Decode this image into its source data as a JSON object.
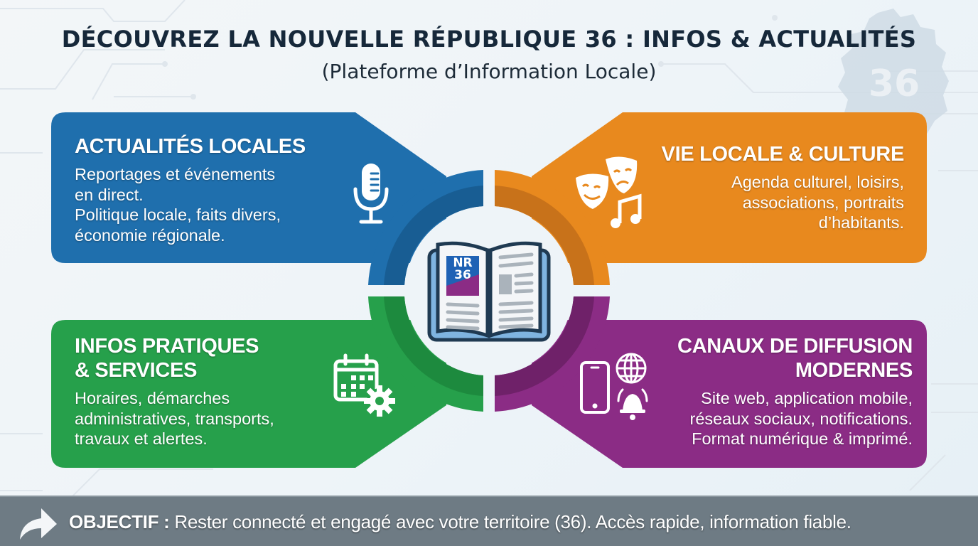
{
  "header": {
    "title": "DÉCOUVREZ LA NOUVELLE RÉPUBLIQUE 36 : INFOS & ACTUALITÉS",
    "subtitle": "(Plateforme d’Information Locale)"
  },
  "background": {
    "map_number": "36",
    "map_icon": "indre-department-map-icon"
  },
  "center": {
    "icon": "open-newspaper-book-icon",
    "logo_line1": "NR",
    "logo_line2": "36"
  },
  "colors": {
    "blue": "#1f6fad",
    "blue_dark": "#185d93",
    "orange": "#e8891e",
    "orange_dark": "#c8721a",
    "green": "#26a04b",
    "green_dark": "#1d8a3e",
    "purple": "#8b2c85",
    "purple_dark": "#6f2169",
    "title": "#16283a",
    "footer_bg": "#6e7b84"
  },
  "cards": [
    {
      "id": "actualites",
      "title": "ACTUALITÉS LOCALES",
      "body": [
        "Reportages et événements",
        "en direct.",
        "Politique locale, faits divers,",
        "économie régionale."
      ],
      "icon": "microphone-icon"
    },
    {
      "id": "culture",
      "title": "VIE LOCALE & CULTURE",
      "body": [
        "Agenda culturel, loisirs,",
        "associations, portraits",
        "d’habitants."
      ],
      "icon": "theater-masks-music-icon"
    },
    {
      "id": "pratiques",
      "title_lines": [
        "INFOS PRATIQUES",
        "& SERVICES"
      ],
      "body": [
        "Horaires, démarches",
        "administratives, transports,",
        "travaux et alertes."
      ],
      "icon": "calendar-gear-icon"
    },
    {
      "id": "canaux",
      "title_lines": [
        "CANAUX DE DIFFUSION",
        "MODERNES"
      ],
      "body": [
        "Site web, application mobile,",
        "réseaux sociaux, notifications.",
        "Format numérique & imprimé."
      ],
      "icon": "phone-globe-bell-icon"
    }
  ],
  "footer": {
    "label": "OBJECTIF :",
    "text": " Rester connecté et engagé avec votre territoire (36). Accès rapide, information fiable.",
    "icon": "share-arrow-icon"
  }
}
